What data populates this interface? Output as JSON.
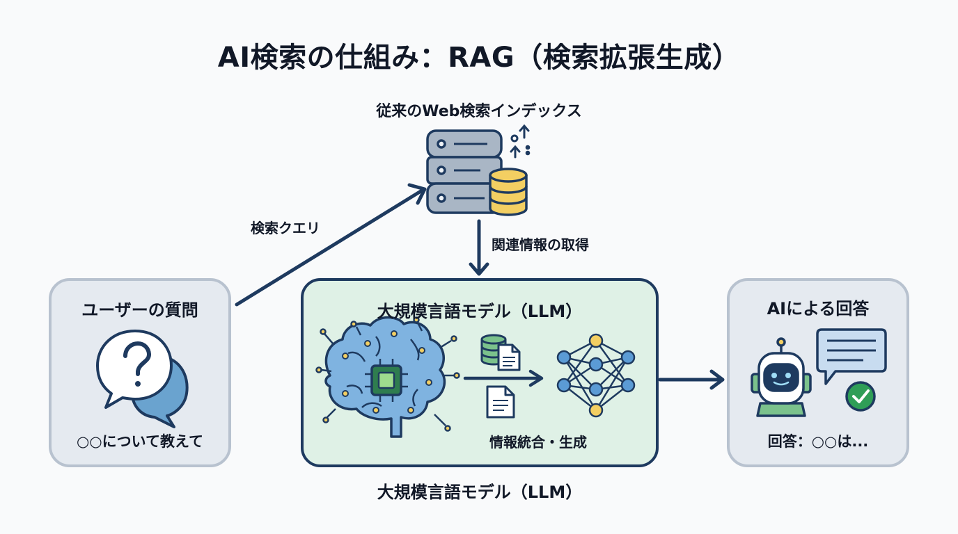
{
  "title": "AI検索の仕組み：RAG（検索拡張生成）",
  "database": {
    "label": "従来のWeb検索インデックス"
  },
  "edges": {
    "query": "検索クエリ",
    "retrieve": "関連情報の取得"
  },
  "user_box": {
    "title": "ユーザーの質問",
    "text": "○○について教えて"
  },
  "llm_box": {
    "title": "大規模言語モデル（LLM）",
    "integrate_label": "情報統合・生成",
    "caption": "大規模言語モデル（LLM）"
  },
  "answer_box": {
    "title": "AIによる回答",
    "text": "回答：○○は..."
  },
  "icons": [
    "server-icon",
    "database-icon",
    "question-bubble-icon",
    "brain-chip-icon",
    "document-icon",
    "neural-network-icon",
    "robot-icon",
    "chat-bubble-icon",
    "check-icon"
  ],
  "colors": {
    "dark_blue": "#1e3a5f",
    "green": "#dff1e6",
    "gold": "#f3cf62",
    "gray_card": "#e5eaf0",
    "blue": "#5b9bd5"
  }
}
